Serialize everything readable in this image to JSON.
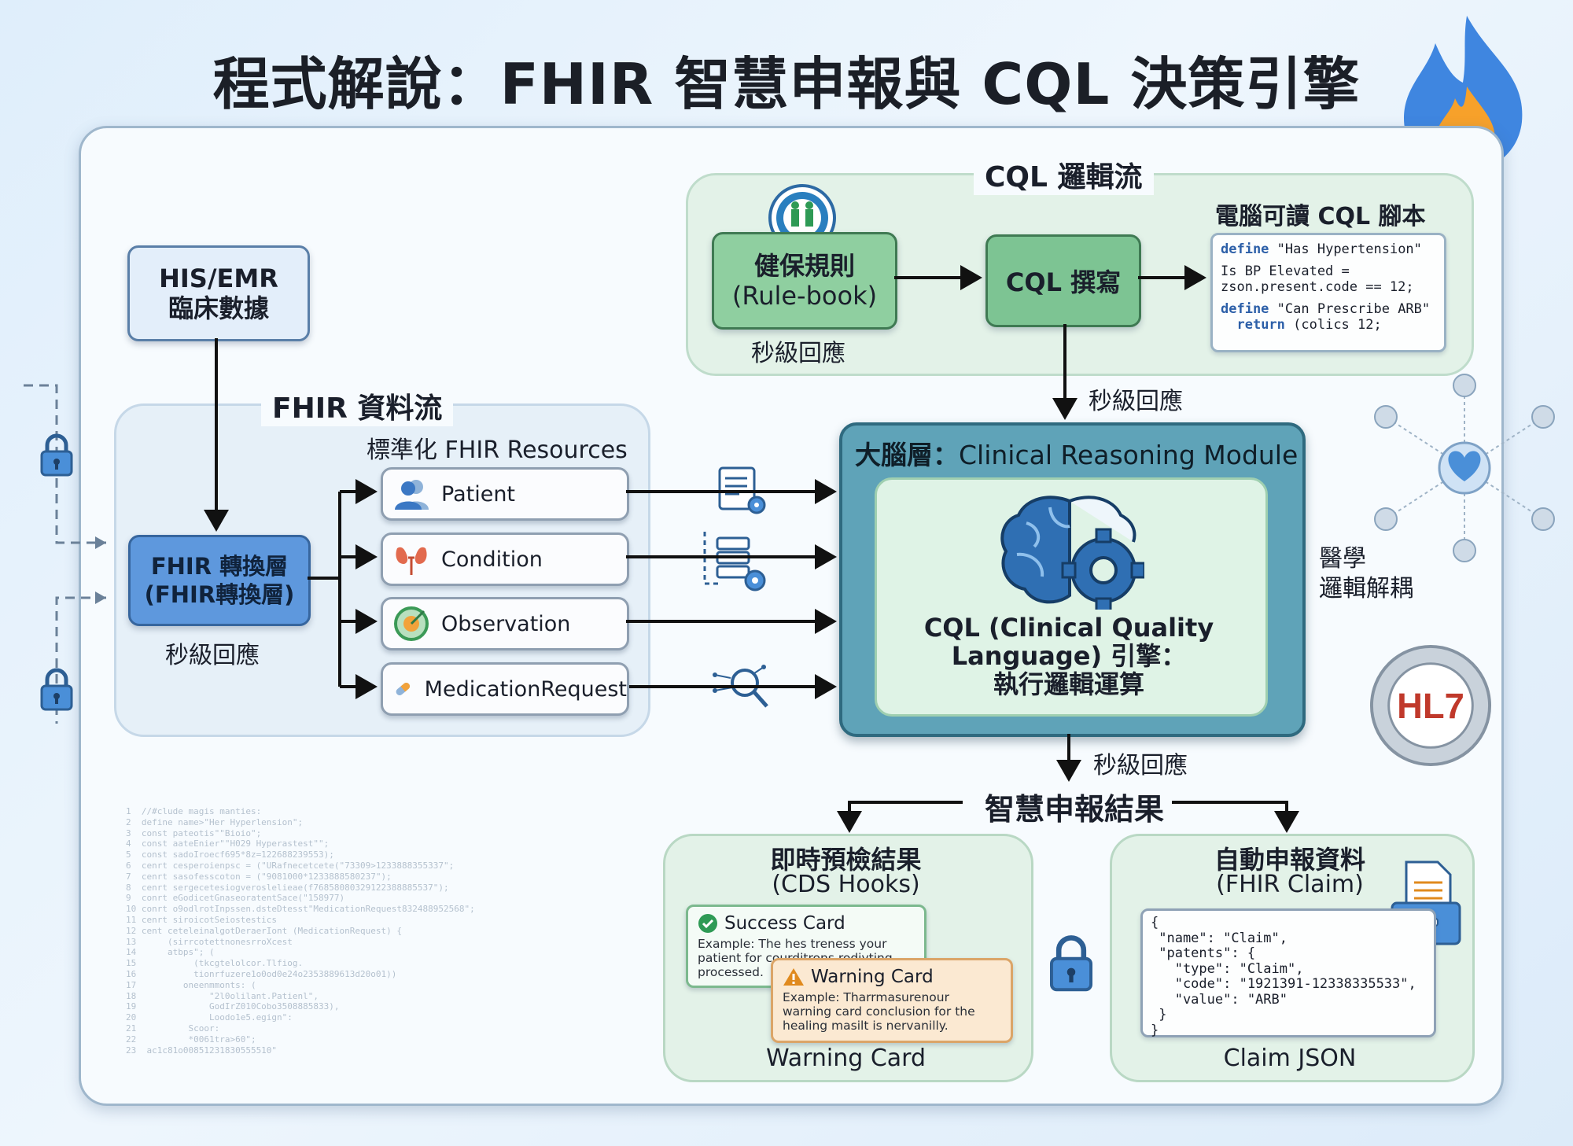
{
  "title": "程式解說：FHIR 智慧申報與 CQL 決策引擎",
  "colors": {
    "accent_blue": "#5e98dd",
    "accent_green": "#7dc493",
    "brain_teal": "#5fa3b8",
    "warning": "#fbe9d2"
  },
  "cql_flow": {
    "title": "CQL 邏輯流",
    "rulebook_line1": "健保規則",
    "rulebook_line2": "(Rule-book)",
    "rulebook_caption": "秒級回應",
    "cql_write": "CQL 撰寫",
    "script_title": "電腦可讀 CQL 腳本",
    "script_lines": [
      "define \"Has Hypertension\"",
      "Is BP Elevated =",
      "zson.present.code == 12;",
      "define \"Can Prescribe ARB\"",
      "  return (colics 12;"
    ]
  },
  "his": {
    "line1": "HIS/EMR",
    "line2": "臨床數據"
  },
  "fhir_flow": {
    "title": "FHIR 資料流",
    "resources_title": "標準化 FHIR Resources",
    "transform_line1": "FHIR 轉換層",
    "transform_line2": "(FHIR轉換層)",
    "transform_caption": "秒級回應",
    "resources": [
      "Patient",
      "Condition",
      "Observation",
      "MedicationRequest"
    ]
  },
  "brain": {
    "title_bold": "大腦層：",
    "title_rest": "Clinical Reasoning Module",
    "engine_line1": "CQL (Clinical Quality",
    "engine_line2": "Language) 引擎：",
    "engine_line3": "執行邏輯運算"
  },
  "latency_label": "秒級回應",
  "decouple_line1": "醫學",
  "decouple_line2": "邏輯解耦",
  "result": {
    "title": "智慧申報結果"
  },
  "cds": {
    "title": "即時預檢結果",
    "subtitle": "(CDS Hooks)",
    "success_title": "Success Card",
    "success_body": "Example: The hes treness your patient for courditrons rodivting processed.",
    "warning_title": "Warning Card",
    "warning_body": "Example: Tharrmasurenour warning card conclusion for the healing masilt is nervanilly.",
    "caption": "Warning Card"
  },
  "claim": {
    "title": "自動申報資料",
    "subtitle": "(FHIR Claim)",
    "json": "{\n \"name\": \"Claim\",\n \"patents\": {\n   \"type\": \"Claim\",\n   \"code\": \"1921391-12338335533\",\n   \"value\": \"ARB\"\n }\n}",
    "caption": "Claim JSON"
  },
  "badge": {
    "text": "HL7"
  },
  "bg_code": "1  //#clude magis manties:\n2  define name>\"Her Hyperlension\";\n3  const pateotis\"\"Bioio\";\n4  const aateEnier\"\"H029 Hyperastest\"\";\n5  const sadoIroecf695*8z=122688239553);\n6  cenrt cesperoienpsc = (\"URafnecetcete(\"73309>1233888355337\";\n7  cenrt sasofesscoton = (\"9081000*1233888580237\");\n8  cenrt sergecetesiogveroslelieae(f76858080329122388885537\");\n9  conrt eGodicetGnaseoratentSace(\"158977)\n10 conrt o9odlrotInpssen.dsteDtesst\"MedicationRequest832488952568\";\n11 cenrt siroicotSeiostestics\n12 cent ceteleinalgotDeraerIont (MedicationRequest) {\n13      (sirrcotettnonesrroXcest\n14      atbps\"; (\n15           (tkcgtelolcor.Tlfiog.\n16           tionrfuzere1o0od0e24o2353889613d20o01))\n17         oneenmmonts: (\n18              \"2l0olilant.Patienl\",\n19              GodIrZ010Cobo3508885833),\n20              Loodo1e5.egign\":\n21          Scoor:\n22          *0061tra>60\";\n23  ac1c81o00851231830555510\""
}
